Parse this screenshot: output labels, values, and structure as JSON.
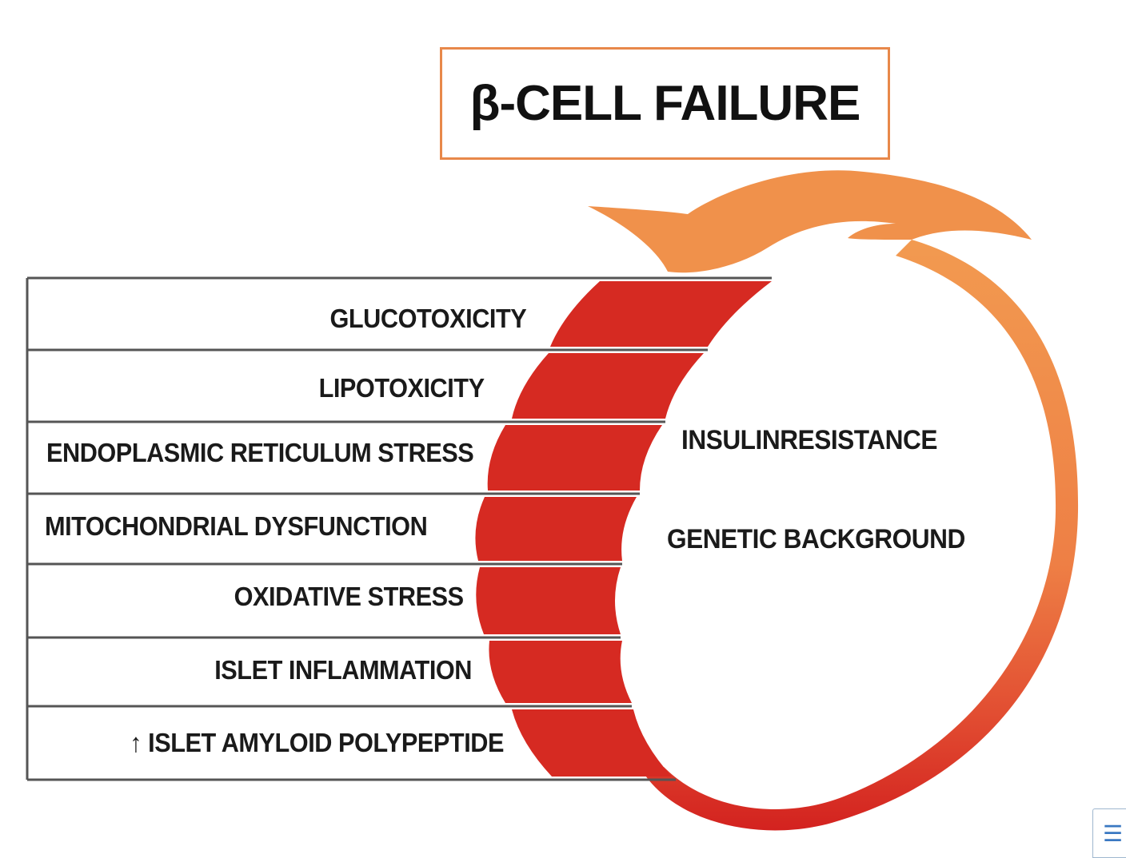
{
  "title": "β-CELL FAILURE",
  "factors": [
    {
      "label": "GLUCOTOXICITY"
    },
    {
      "label": "LIPOTOXICITY"
    },
    {
      "label": "ENDOPLASMIC RETICULUM STRESS"
    },
    {
      "label": "MITOCHONDRIAL DYSFUNCTION"
    },
    {
      "label": "OXIDATIVE STRESS"
    },
    {
      "label": "ISLET INFLAMMATION"
    },
    {
      "label": "↑ ISLET AMYLOID POLYPEPTIDE"
    }
  ],
  "right_labels": {
    "insulin": "INSULINRESISTANCE",
    "genetic": "GENETIC BACKGROUND"
  },
  "colors": {
    "title_border": "#e8884a",
    "arrow_top": "#f0924a",
    "arrow_bottom": "#d92b25",
    "table_border": "#555555"
  },
  "corner_icon": "playlist-icon"
}
